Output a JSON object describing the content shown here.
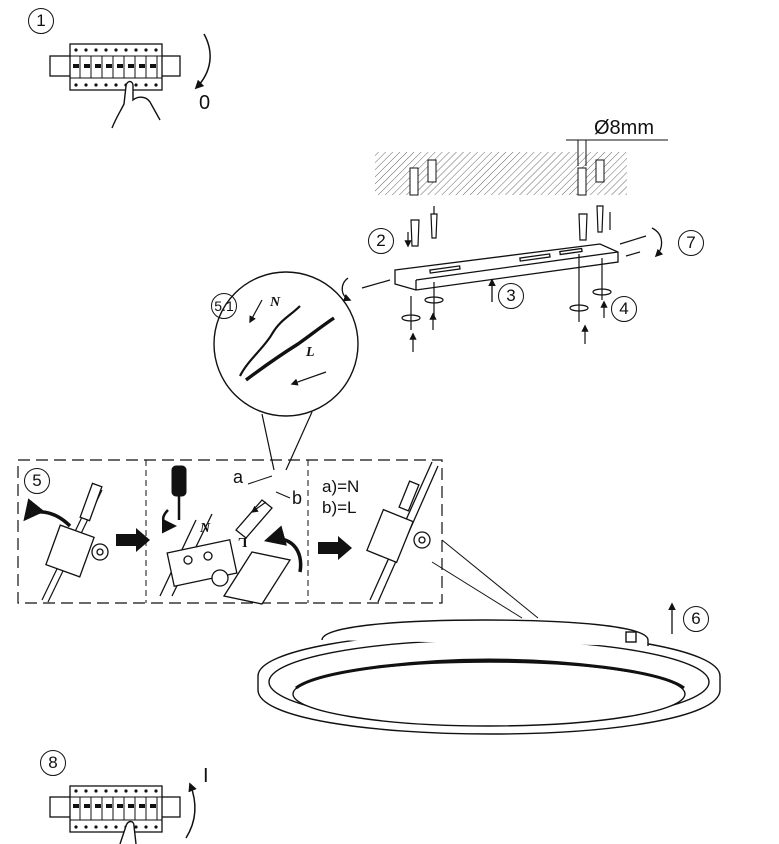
{
  "steps": {
    "s1": "1",
    "s2": "2",
    "s3": "3",
    "s4": "4",
    "s5": "5",
    "s51": "5.1",
    "s6": "6",
    "s7": "7",
    "s8": "8"
  },
  "switch_off_label": "0",
  "switch_on_label": "I",
  "drill_diameter": "Ø8mm",
  "wire_a": "a",
  "wire_b": "b",
  "wire_legend": {
    "a": "a)=N",
    "b": "b)=L"
  },
  "terminal_marks": {
    "neutral": "N",
    "live": "L"
  },
  "colors": {
    "line": "#111111",
    "hatch": "#777777",
    "background": "#ffffff"
  },
  "icons": [
    "breaker-panel-icon",
    "hand-icon",
    "rotate-arrow-icon",
    "screwdriver-icon",
    "arrow-right-icon",
    "drill-hole-icon",
    "screw-icon",
    "dowel-icon",
    "washer-icon"
  ]
}
